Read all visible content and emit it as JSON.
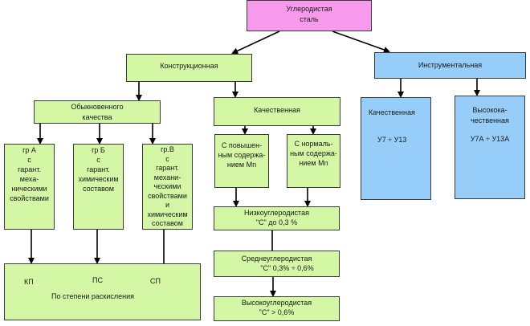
{
  "colors": {
    "root": "#F79AEB",
    "structural": "#D3F7A4",
    "tool": "#97CDF9",
    "border": "#3a3a3a",
    "arrow": "#000000"
  },
  "root": {
    "lines": [
      "Углеродистая",
      "сталь"
    ]
  },
  "structural": {
    "label": "Конструкционная",
    "ordinary": {
      "lines": [
        "Обыкновенного",
        "качества"
      ],
      "groups": [
        {
          "lines": [
            "гр А",
            "с",
            "гарант.",
            "меха-",
            "ническими",
            "свойствами"
          ]
        },
        {
          "lines": [
            "гр Б",
            "с",
            "гарант.",
            "химическим",
            "составом"
          ]
        },
        {
          "lines": [
            "гр.В",
            "с",
            "гарант.",
            "механи-",
            "чєскими",
            "свойствами",
            "и",
            "химическим",
            "составом"
          ]
        }
      ],
      "deoxidation": {
        "codes": [
          "КП",
          "ПС",
          "СП"
        ],
        "caption": "По степени раскисления"
      }
    },
    "quality": {
      "label": "Качественная",
      "manganese": [
        {
          "lines": [
            "С повышен-",
            "ным содержа-",
            "нием Mn"
          ]
        },
        {
          "lines": [
            "С нормаль-",
            "ным содержа-",
            "нием Mn"
          ]
        }
      ],
      "carbon_levels": [
        {
          "lines": [
            "Низкоуглеродистая",
            "\"С\" до 0,3 %"
          ]
        },
        {
          "lines": [
            "Среднеуглеродистая",
            "\"С\" 0,3% ÷  0,6%"
          ]
        },
        {
          "lines": [
            "Высокоуглеродистая",
            "\"С\" > 0,6%"
          ]
        }
      ]
    }
  },
  "tool": {
    "label": "Инструментальная",
    "quality": {
      "title": "Качественная",
      "grades": "У7 ÷ У13"
    },
    "high_quality": {
      "title_lines": [
        "Высокока-",
        "чественная"
      ],
      "grades": "У7А ÷ У13А"
    }
  }
}
